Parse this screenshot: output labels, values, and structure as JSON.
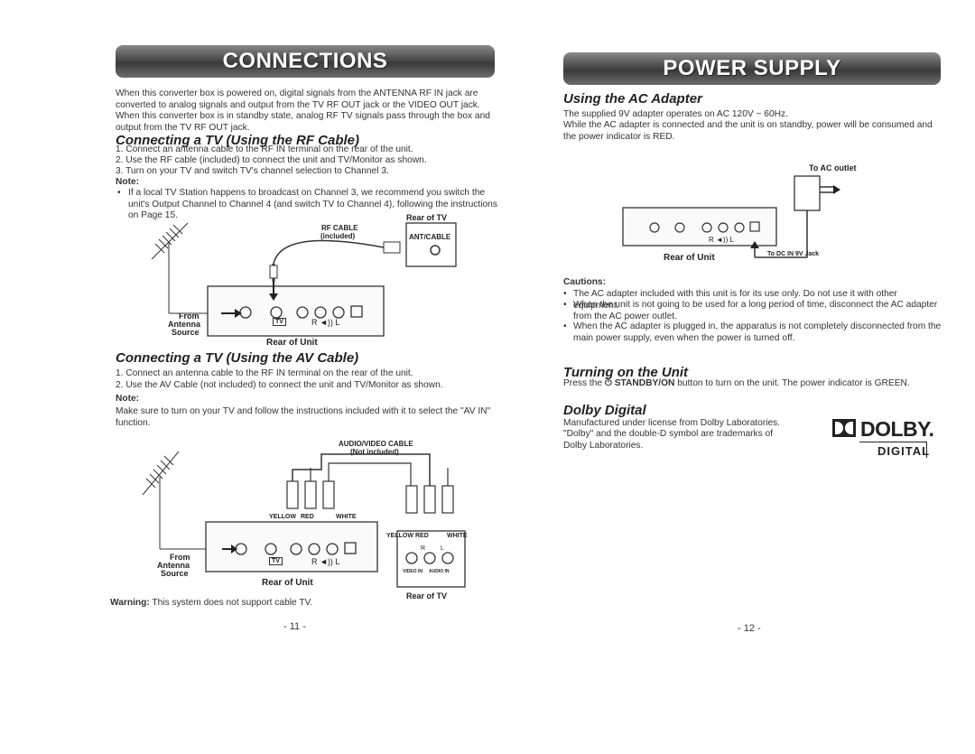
{
  "left": {
    "banner": "CONNECTIONS",
    "intro": [
      "When this converter box is powered on, digital signals from the ANTENNA RF IN jack are converted to analog signals and output from the TV RF OUT jack or the VIDEO OUT jack.",
      "When this converter box is in standby state, analog RF TV signals pass through the box and output from the TV RF OUT jack."
    ],
    "rf_heading": "Connecting a TV (Using the RF Cable)",
    "rf_steps": [
      "1.  Connect an antenna cable to the RF IN terminal on the rear of the unit.",
      "2.  Use the RF cable (included) to connect the unit and TV/Monitor as shown.",
      "3.  Turn on your TV and switch TV's channel selection to Channel 3."
    ],
    "rf_note_label": "Note:",
    "rf_note": "If a local TV Station happens to broadcast on Channel 3, we recommend you switch the unit's Output Channel to Channel 4 (and switch TV to Channel 4), following the instructions on Page 15.",
    "diagram1": {
      "rear_of_tv": "Rear of TV",
      "rf_cable": "RF CABLE",
      "included": "(included)",
      "ant_cable": "ANT/CABLE",
      "from": "From",
      "antenna": "Antenna",
      "source": "Source",
      "rear_of_unit": "Rear of Unit",
      "rl": "R ◄)) L",
      "tv_badge": "TV"
    },
    "av_heading": "Connecting a TV (Using the AV Cable)",
    "av_steps": [
      "1.  Connect an antenna cable to the RF IN terminal on the rear of the unit.",
      "2.  Use the AV Cable (not included) to connect the unit and TV/Monitor as shown."
    ],
    "av_note_label": "Note:",
    "av_note": "Make sure to turn on your TV and follow the instructions included with it to select the \"AV IN\" function.",
    "diagram2": {
      "av_cable": "AUDIO/VIDEO CABLE",
      "not_included": "(Not included)",
      "yellow": "YELLOW",
      "red": "RED",
      "white": "WHITE",
      "from": "From",
      "antenna": "Antenna",
      "source": "Source",
      "rear_of_unit": "Rear of Unit",
      "rear_of_tv": "Rear of TV",
      "rl": "R ◄)) L",
      "r": "R",
      "l": "L",
      "video_in": "VIDEO IN",
      "audio_in": "AUDIO IN",
      "tv_badge": "TV"
    },
    "warning_label": "Warning:",
    "warning": " This system does not support cable TV.",
    "page_number": "- 11 -"
  },
  "right": {
    "banner": "POWER SUPPLY",
    "ac_heading": "Using the AC Adapter",
    "ac_text": [
      "The supplied 9V adapter operates on AC 120V ~ 60Hz.",
      "While the AC adapter is connected and the unit is on standby, power will be consumed and the power indicator is RED."
    ],
    "diagram": {
      "to_ac_outlet": "To AC outlet",
      "rear_of_unit": "Rear of Unit",
      "to_dc_in": "To DC IN 9V Jack",
      "rl": "R ◄)) L"
    },
    "cautions_label": "Cautions:",
    "cautions": [
      "The AC adapter included with this unit is for its use only. Do not use it with other equipment.",
      "When the unit is not going to be used for a long period of time, disconnect the AC adapter from the AC power outlet.",
      "When the AC adapter is plugged in, the apparatus is not completely disconnected from the main power supply, even when the power is turned off."
    ],
    "turning_heading": "Turning on the Unit",
    "turning_text_pre": "Press the ",
    "turning_button": "⏻ STANDBY/ON",
    "turning_text_post": " button to turn on the unit. The power indicator is GREEN.",
    "dolby_heading": "Dolby Digital",
    "dolby_text": [
      "Manufactured under license from Dolby Laboratories.",
      "\"Dolby\" and the double-D symbol are trademarks of Dolby Laboratories."
    ],
    "dolby_logo": "DOLBY.",
    "dolby_digital": "DIGITAL",
    "page_number": "- 12 -"
  }
}
